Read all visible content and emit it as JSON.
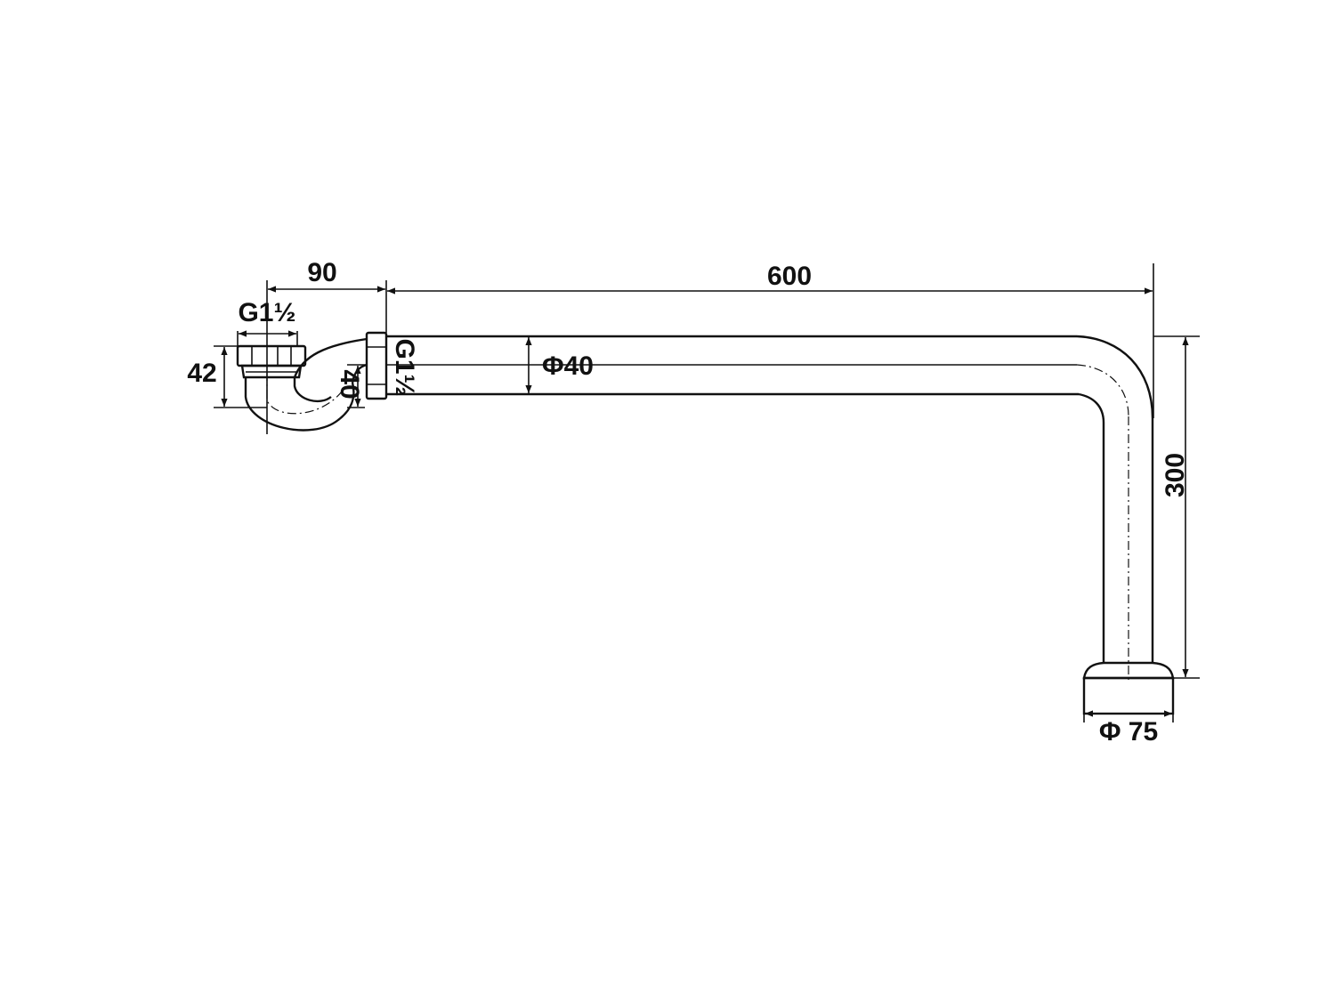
{
  "drawing": {
    "dimensions": {
      "trap_offset": "90",
      "pipe_length": "600",
      "inlet_thread": "G1½",
      "outlet_thread": "G1½",
      "trap_height": "42",
      "trap_seal": "40",
      "pipe_diameter": "Φ40",
      "drop_height": "300",
      "outlet_diameter": "Φ 75"
    }
  }
}
